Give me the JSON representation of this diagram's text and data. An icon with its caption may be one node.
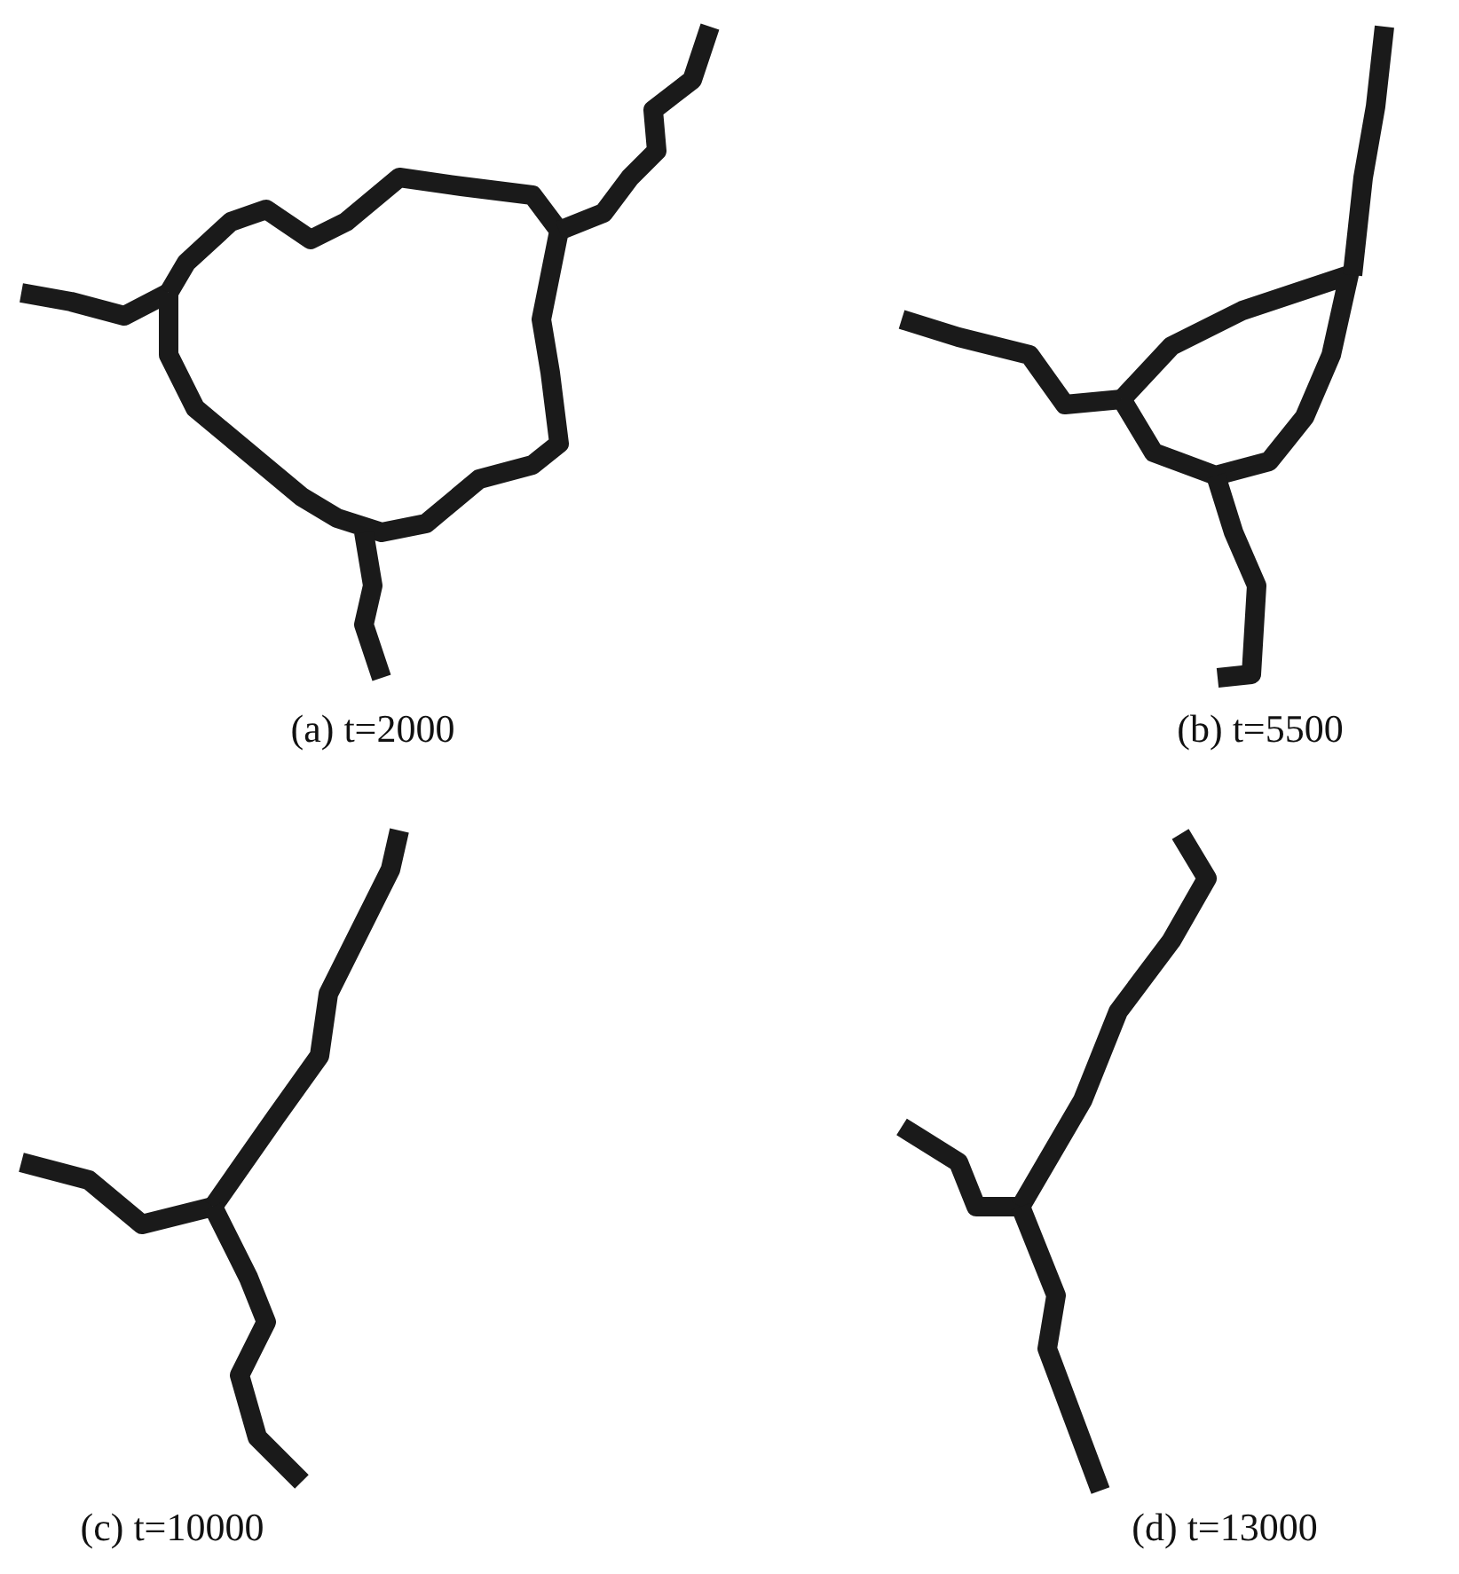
{
  "diagram": {
    "labels": [
      "(a) t=2000",
      "(b) t=5500",
      "(c) t=10000",
      "(d) t=13000"
    ]
  }
}
